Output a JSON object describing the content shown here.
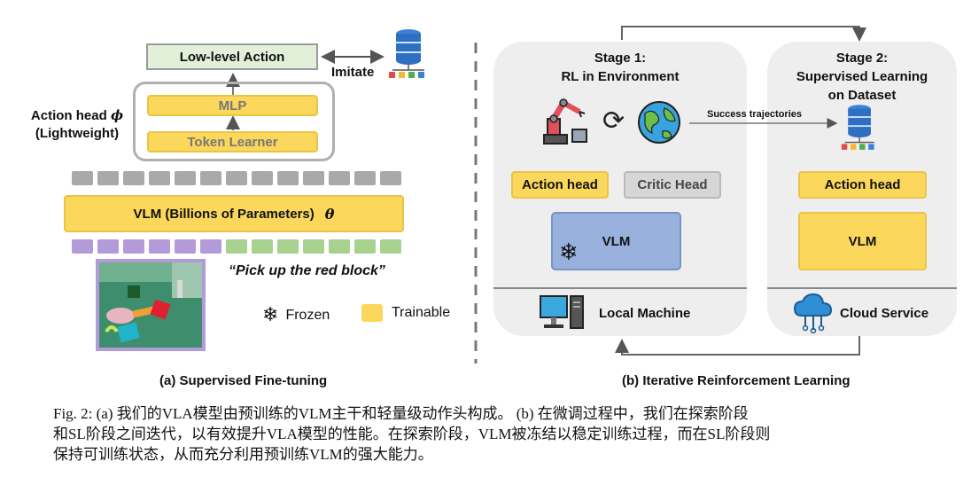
{
  "left_panel": {
    "low_level_action": "Low-level Action",
    "imitate": "Imitate",
    "mlp": "MLP",
    "token_learner": "Token Learner",
    "action_head_label_line1": "Action head",
    "action_head_symbol": "ϕ",
    "action_head_label_line2": "(Lightweight)",
    "vlm_label": "VLM (Billions of Parameters)",
    "vlm_symbol": "θ",
    "instruction": "“Pick up the red block”",
    "legend_frozen": "Frozen",
    "legend_trainable": "Trainable",
    "subcaption": "(a) Supervised Fine-tuning",
    "colors": {
      "trainable": "#fbd75b",
      "frozen_token": "#a9a9a9",
      "vision_token": "#b39ad8",
      "text_token": "#a8d18d"
    }
  },
  "right_panel": {
    "stage1_line1": "Stage 1:",
    "stage1_line2": "RL in Environment",
    "stage2_line1": "Stage 2:",
    "stage2_line2": "Supervised Learning",
    "stage2_line3": "on Dataset",
    "success_trajectories": "Success trajectories",
    "action_head_s1": "Action head",
    "critic_head": "Critic Head",
    "vlm_s1": "VLM",
    "action_head_s2": "Action head",
    "vlm_s2": "VLM",
    "local_machine": "Local Machine",
    "cloud_service": "Cloud Service",
    "subcaption": "(b) Iterative Reinforcement Learning",
    "colors": {
      "frozen_vlm": "#98b1dc",
      "panel": "#eeeeee"
    }
  },
  "caption": {
    "line1": "Fig. 2: (a) 我们的VLA模型由预训练的VLM主干和轻量级动作头构成。 (b) 在微调过程中，我们在探索阶段",
    "line2": "和SL阶段之间迭代，以有效提升VLA模型的性能。在探索阶段，VLM被冻结以稳定训练过程，而在SL阶段则",
    "line3": "保持可训练状态，从而充分利用预训练VLM的强大能力。"
  }
}
